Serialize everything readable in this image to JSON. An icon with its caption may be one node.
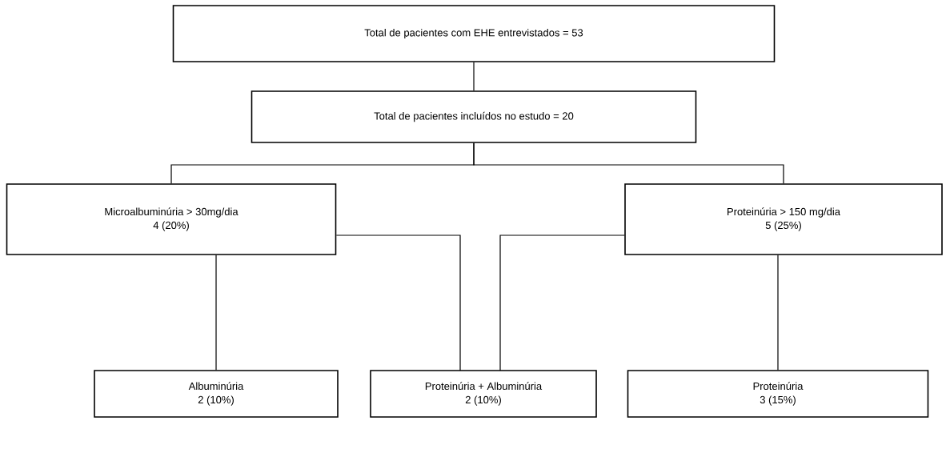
{
  "diagram": {
    "nodes": [
      {
        "text": [
          "Total de pacientes com EHE entrevistados = 53"
        ]
      },
      {
        "text": [
          "Total de pacientes incluídos no estudo = 20"
        ]
      },
      {
        "text": [
          "Microalbuminúria > 30mg/dia",
          "4 (20%)"
        ]
      },
      {
        "text": [
          "Proteinúria > 150 mg/dia",
          "5 (25%)"
        ]
      },
      {
        "text": [
          "Albuminúria",
          "2 (10%)"
        ]
      },
      {
        "text": [
          "Proteinúria + Albuminúria",
          "2 (10%)"
        ]
      },
      {
        "text": [
          "Proteinúria",
          "3 (15%)"
        ]
      }
    ],
    "edges": [
      {
        "from": 0,
        "to": 1,
        "arrow": "none"
      },
      {
        "from": 1,
        "to": 2,
        "arrow": "none"
      },
      {
        "from": 1,
        "to": 3,
        "arrow": "none"
      },
      {
        "from": 2,
        "to": 4,
        "arrow": "none"
      },
      {
        "from": 2,
        "to": 5,
        "arrow": "none"
      },
      {
        "from": 3,
        "to": 5,
        "arrow": "none"
      },
      {
        "from": 3,
        "to": 6,
        "arrow": "none"
      }
    ]
  }
}
